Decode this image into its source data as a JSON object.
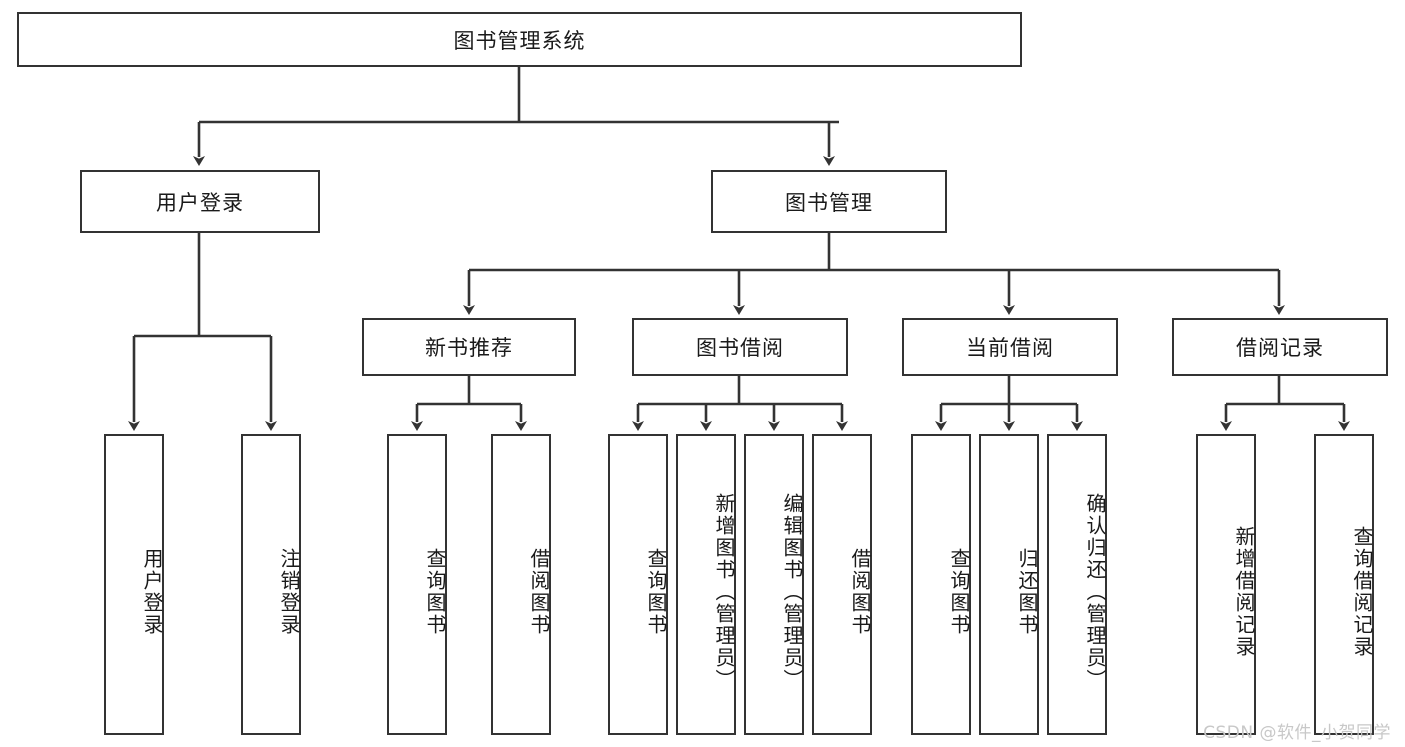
{
  "diagram": {
    "type": "tree-hierarchy",
    "title": "图书管理系统",
    "root": {
      "id": "root",
      "label": "图书管理系统"
    },
    "level1": [
      {
        "id": "user-login",
        "label": "用户登录"
      },
      {
        "id": "book-manage",
        "label": "图书管理"
      }
    ],
    "level2": [
      {
        "id": "new-book-rec",
        "label": "新书推荐",
        "parent": "book-manage"
      },
      {
        "id": "book-borrow",
        "label": "图书借阅",
        "parent": "book-manage"
      },
      {
        "id": "current-borrow",
        "label": "当前借阅",
        "parent": "book-manage"
      },
      {
        "id": "borrow-record",
        "label": "借阅记录",
        "parent": "book-manage"
      }
    ],
    "leaves": {
      "user_login": [
        {
          "id": "leaf-user-login",
          "label": "用户登录"
        },
        {
          "id": "leaf-logout",
          "label": "注销登录"
        }
      ],
      "new_book_rec": [
        {
          "id": "leaf-query-book-1",
          "label": "查询图书"
        },
        {
          "id": "leaf-borrow-book-1",
          "label": "借阅图书"
        }
      ],
      "book_borrow": [
        {
          "id": "leaf-query-book-2",
          "label": "查询图书"
        },
        {
          "id": "leaf-add-book",
          "label": "新增图书（管理员）"
        },
        {
          "id": "leaf-edit-book",
          "label": "编辑图书（管理员）"
        },
        {
          "id": "leaf-borrow-book-2",
          "label": "借阅图书"
        }
      ],
      "current_borrow": [
        {
          "id": "leaf-query-book-3",
          "label": "查询图书"
        },
        {
          "id": "leaf-return-book",
          "label": "归还图书"
        },
        {
          "id": "leaf-confirm-return",
          "label": "确认归还（管理员）"
        }
      ],
      "borrow_record": [
        {
          "id": "leaf-add-record",
          "label": "新增借阅记录"
        },
        {
          "id": "leaf-query-record",
          "label": "查询借阅记录"
        }
      ]
    },
    "colors": {
      "border": "#333333",
      "text": "#1a1a1a",
      "background": "#ffffff",
      "watermark": "#c8c8c8"
    }
  },
  "watermark": {
    "text": "CSDN @软件_小贺同学"
  }
}
